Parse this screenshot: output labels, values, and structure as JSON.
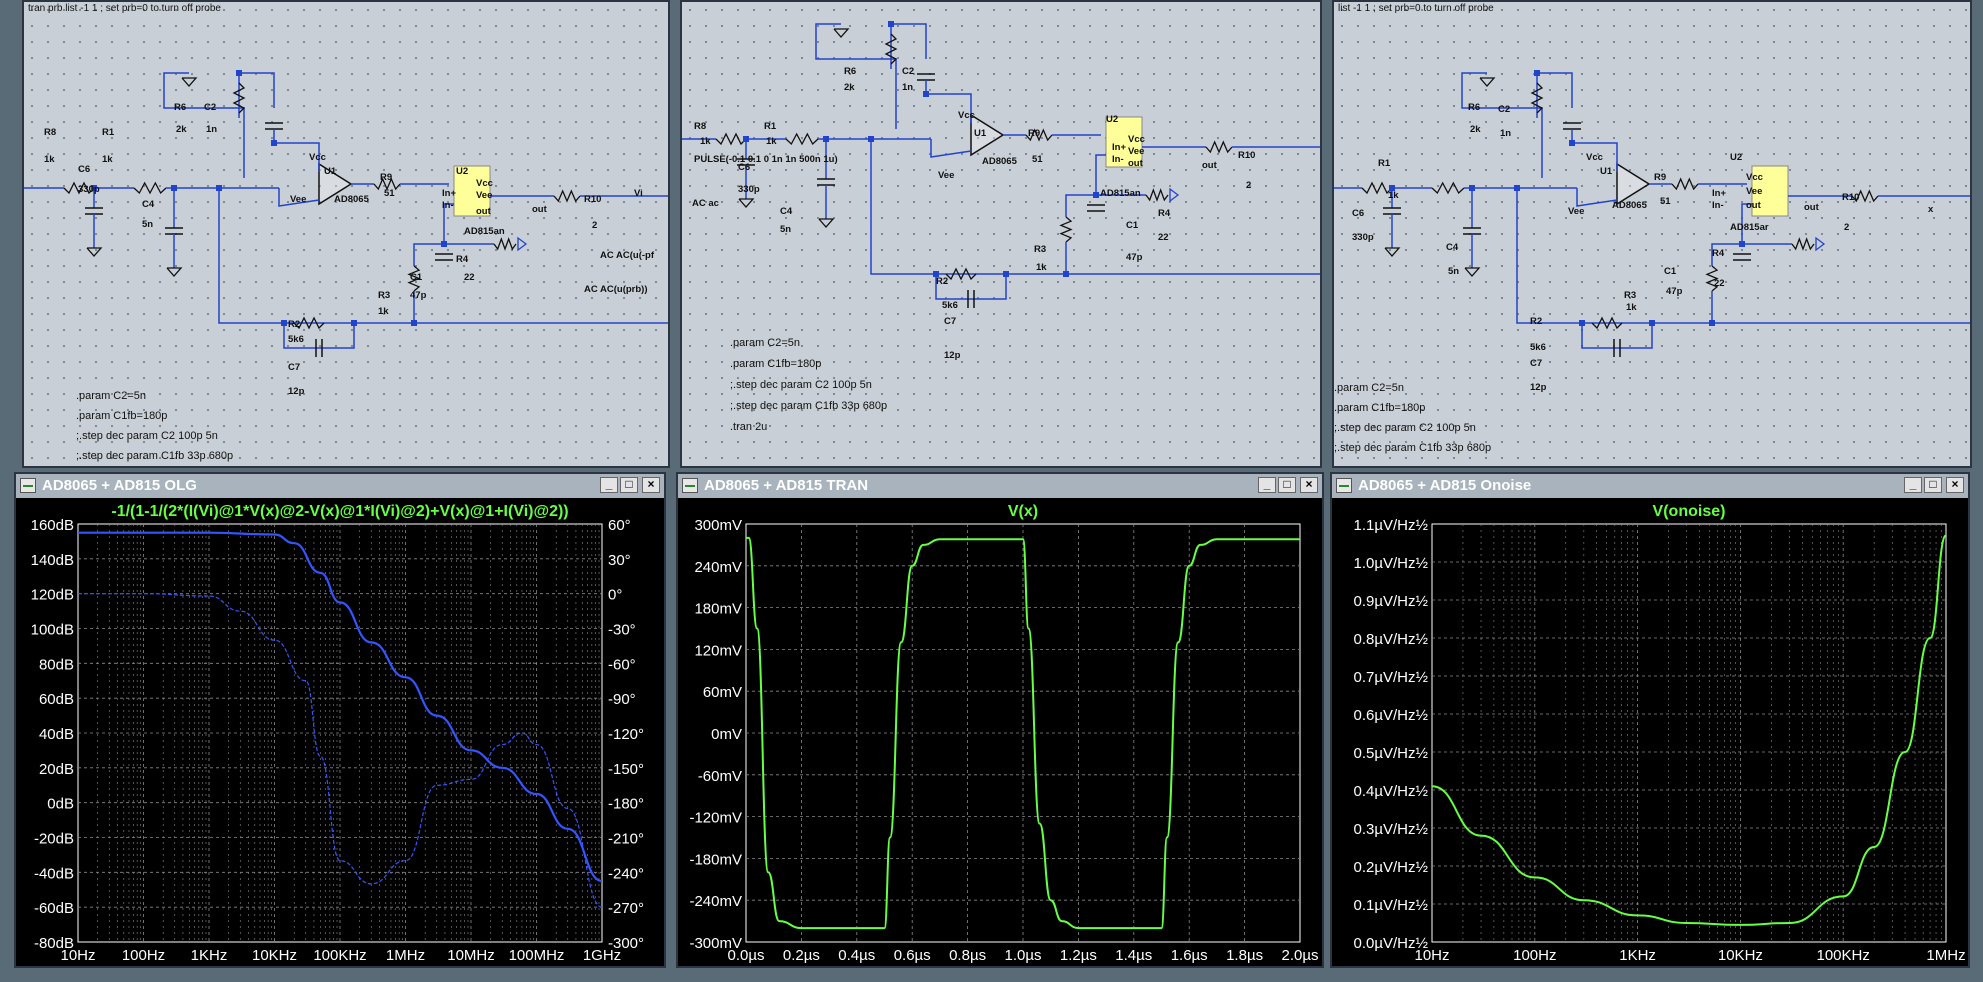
{
  "schematics": [
    {
      "header": "tran prb list -1 1 ; set prb=0 to turn off probe",
      "labels": [
        {
          "t": "R8"
        },
        {
          "t": "1k"
        },
        {
          "t": "R1"
        },
        {
          "t": "1k"
        },
        {
          "t": "C6"
        },
        {
          "t": "330p"
        },
        {
          "t": "C4"
        },
        {
          "t": "5n"
        },
        {
          "t": "R6"
        },
        {
          "t": "2k"
        },
        {
          "t": "C2"
        },
        {
          "t": "1n"
        },
        {
          "t": "Vcc"
        },
        {
          "t": "U1"
        },
        {
          "t": "Vee"
        },
        {
          "t": "AD8065"
        },
        {
          "t": "R9"
        },
        {
          "t": "51"
        },
        {
          "t": "U2"
        },
        {
          "t": "In+"
        },
        {
          "t": "In-"
        },
        {
          "t": "Vcc"
        },
        {
          "t": "Vee"
        },
        {
          "t": "out"
        },
        {
          "t": "AD815an"
        },
        {
          "t": "out"
        },
        {
          "t": "R10"
        },
        {
          "t": "2"
        },
        {
          "t": "Vi"
        },
        {
          "t": "C1"
        },
        {
          "t": "47p"
        },
        {
          "t": "R4"
        },
        {
          "t": "22"
        },
        {
          "t": "R3"
        },
        {
          "t": "1k"
        },
        {
          "t": "R2"
        },
        {
          "t": "5k6"
        },
        {
          "t": "C7"
        },
        {
          "t": "12p"
        },
        {
          "t": "AC AC(u(-pf"
        },
        {
          "t": "AC AC(u(prb))"
        }
      ],
      "notes": [
        ".param C2=5n",
        ".param C1fb=180p",
        ";.step dec param C2 100p 5n",
        ";.step dec param C1fb 33p 680p"
      ]
    },
    {
      "header": "",
      "labels": [
        {
          "t": "R8"
        },
        {
          "t": "1k"
        },
        {
          "t": "R1"
        },
        {
          "t": "1k"
        },
        {
          "t": "C6"
        },
        {
          "t": "330p"
        },
        {
          "t": "C4"
        },
        {
          "t": "5n"
        },
        {
          "t": "R6"
        },
        {
          "t": "2k"
        },
        {
          "t": "C2"
        },
        {
          "t": "1n"
        },
        {
          "t": "Vcc"
        },
        {
          "t": "U1"
        },
        {
          "t": "Vee"
        },
        {
          "t": "AD8065"
        },
        {
          "t": "R9"
        },
        {
          "t": "51"
        },
        {
          "t": "U2"
        },
        {
          "t": "In+"
        },
        {
          "t": "In-"
        },
        {
          "t": "Vcc"
        },
        {
          "t": "Vee"
        },
        {
          "t": "out"
        },
        {
          "t": "AD815an"
        },
        {
          "t": "out"
        },
        {
          "t": "R10"
        },
        {
          "t": "2"
        },
        {
          "t": "C1"
        },
        {
          "t": "47p"
        },
        {
          "t": "R4"
        },
        {
          "t": "22"
        },
        {
          "t": "R3"
        },
        {
          "t": "1k"
        },
        {
          "t": "R2"
        },
        {
          "t": "5k6"
        },
        {
          "t": "C7"
        },
        {
          "t": "12p"
        },
        {
          "t": "PULSE(-0.1 0.1 0 1n 1n 500n 1u)"
        },
        {
          "t": "AC ac"
        }
      ],
      "notes": [
        ".param C2=5n",
        ".param C1fb=180p",
        ";.step dec param C2 100p 5n",
        ";.step dec param C1fb 33p 680p",
        ".tran 2u"
      ]
    },
    {
      "header": "list -1 1 ; set prb=0 to turn off probe",
      "labels": [
        {
          "t": "R1"
        },
        {
          "t": "1k"
        },
        {
          "t": "C6"
        },
        {
          "t": "330p"
        },
        {
          "t": "C4"
        },
        {
          "t": "5n"
        },
        {
          "t": "R6"
        },
        {
          "t": "2k"
        },
        {
          "t": "C2"
        },
        {
          "t": "1n"
        },
        {
          "t": "Vcc"
        },
        {
          "t": "U1"
        },
        {
          "t": "Vee"
        },
        {
          "t": "AD8065"
        },
        {
          "t": "R9"
        },
        {
          "t": "51"
        },
        {
          "t": "U2"
        },
        {
          "t": "In+"
        },
        {
          "t": "In-"
        },
        {
          "t": "Vcc"
        },
        {
          "t": "Vee"
        },
        {
          "t": "out"
        },
        {
          "t": "AD815ar"
        },
        {
          "t": "out"
        },
        {
          "t": "R10"
        },
        {
          "t": "2"
        },
        {
          "t": "x"
        },
        {
          "t": "C1"
        },
        {
          "t": "47p"
        },
        {
          "t": "R4"
        },
        {
          "t": "22"
        },
        {
          "t": "R3"
        },
        {
          "t": "1k"
        },
        {
          "t": "R2"
        },
        {
          "t": "5k6"
        },
        {
          "t": "C7"
        },
        {
          "t": "12p"
        }
      ],
      "notes": [
        ".param C2=5n",
        ".param C1fb=180p",
        ";.step dec param C2 100p 5n",
        ";.step dec param C1fb 33p 680p"
      ]
    }
  ],
  "windows": [
    {
      "title": "AD8065 + AD815 OLG"
    },
    {
      "title": "AD8065 + AD815 TRAN"
    },
    {
      "title": "AD8065 + AD815 Onoise"
    }
  ],
  "window_buttons": {
    "minimize": "_",
    "maximize": "□",
    "close": "×"
  },
  "colors": {
    "trace_green": "#66ff44",
    "trace_blue": "#3355ff",
    "axis_text": "#ffffff",
    "grid": "#8a8a8a",
    "schematic_wire": "#2244cc",
    "schematic_part": "#ffff99"
  },
  "chart_data": [
    {
      "type": "line",
      "title": "-1/(1-1/(2*(I(Vi)@1*V(x)@2-V(x)@1*I(Vi)@2)+V(x)@1+I(Vi)@2))",
      "xscale": "log",
      "xlim": [
        10,
        1000000000
      ],
      "x_ticks": [
        "10Hz",
        "100Hz",
        "1KHz",
        "10KHz",
        "100KHz",
        "1MHz",
        "10MHz",
        "100MHz",
        "1GHz"
      ],
      "ylim": [
        -80,
        160
      ],
      "y_ticks": [
        "160dB",
        "140dB",
        "120dB",
        "100dB",
        "80dB",
        "60dB",
        "40dB",
        "20dB",
        "0dB",
        "-20dB",
        "-40dB",
        "-60dB",
        "-80dB"
      ],
      "y2lim": [
        -300,
        60
      ],
      "y2_ticks": [
        "60°",
        "30°",
        "0°",
        "-30°",
        "-60°",
        "-90°",
        "-120°",
        "-150°",
        "-180°",
        "-210°",
        "-240°",
        "-270°",
        "-300°"
      ],
      "grid": true,
      "series": [
        {
          "kind": "magnitude",
          "x": [
            10,
            100,
            1000,
            10000,
            20000,
            50000,
            100000,
            300000,
            1000000,
            3000000,
            10000000,
            30000000,
            100000000,
            300000000,
            1000000000
          ],
          "values": [
            155,
            155,
            155,
            154,
            149,
            132,
            115,
            92,
            72,
            50,
            30,
            20,
            5,
            -15,
            -45
          ]
        },
        {
          "kind": "phase",
          "x": [
            10,
            100,
            1000,
            3000,
            10000,
            30000,
            50000,
            100000,
            300000,
            1000000,
            3000000,
            10000000,
            30000000,
            60000000,
            100000000,
            300000000,
            1000000000
          ],
          "values": [
            0,
            0,
            -2,
            -15,
            -40,
            -75,
            -140,
            -230,
            -250,
            -230,
            -165,
            -160,
            -130,
            -120,
            -130,
            -185,
            -270
          ]
        }
      ]
    },
    {
      "type": "line",
      "title": "V(x)",
      "xlabel_unit": "µs",
      "xlim": [
        0,
        2.0
      ],
      "x_ticks": [
        "0.0µs",
        "0.2µs",
        "0.4µs",
        "0.6µs",
        "0.8µs",
        "1.0µs",
        "1.2µs",
        "1.4µs",
        "1.6µs",
        "1.8µs",
        "2.0µs"
      ],
      "ylim": [
        -300,
        300
      ],
      "y_ticks": [
        "300mV",
        "240mV",
        "180mV",
        "120mV",
        "60mV",
        "0mV",
        "-60mV",
        "-120mV",
        "-180mV",
        "-240mV",
        "-300mV"
      ],
      "grid": true,
      "series": [
        {
          "kind": "transient",
          "x": [
            0,
            0.01,
            0.04,
            0.08,
            0.12,
            0.2,
            0.4,
            0.5,
            0.52,
            0.56,
            0.6,
            0.64,
            0.7,
            0.9,
            1.0,
            1.02,
            1.06,
            1.1,
            1.14,
            1.2,
            1.4,
            1.5,
            1.52,
            1.56,
            1.6,
            1.64,
            1.7,
            2.0
          ],
          "values": [
            280,
            280,
            150,
            -200,
            -270,
            -280,
            -280,
            -280,
            -150,
            130,
            240,
            270,
            278,
            278,
            278,
            150,
            -130,
            -240,
            -270,
            -280,
            -280,
            -280,
            -150,
            130,
            240,
            270,
            278,
            278
          ]
        }
      ]
    },
    {
      "type": "line",
      "title": "V(onoise)",
      "xscale": "log",
      "xlim": [
        10,
        1000000
      ],
      "x_ticks": [
        "10Hz",
        "100Hz",
        "1KHz",
        "10KHz",
        "100KHz",
        "1MHz"
      ],
      "ylim": [
        0,
        1.1
      ],
      "y_ticks": [
        "1.1µV/Hz½",
        "1.0µV/Hz½",
        "0.9µV/Hz½",
        "0.8µV/Hz½",
        "0.7µV/Hz½",
        "0.6µV/Hz½",
        "0.5µV/Hz½",
        "0.4µV/Hz½",
        "0.3µV/Hz½",
        "0.2µV/Hz½",
        "0.1µV/Hz½",
        "0.0µV/Hz½"
      ],
      "grid": true,
      "series": [
        {
          "kind": "noise",
          "x": [
            10,
            30,
            100,
            300,
            1000,
            3000,
            10000,
            30000,
            100000,
            200000,
            400000,
            700000,
            1000000
          ],
          "values": [
            0.41,
            0.28,
            0.17,
            0.11,
            0.07,
            0.05,
            0.045,
            0.05,
            0.12,
            0.25,
            0.5,
            0.8,
            1.07
          ]
        }
      ]
    }
  ]
}
